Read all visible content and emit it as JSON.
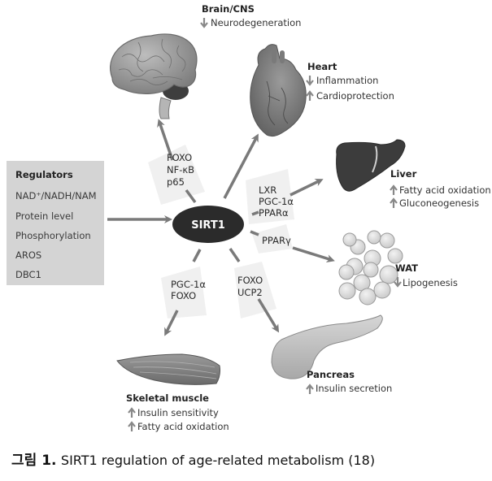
{
  "center": {
    "label": "SIRT1"
  },
  "regulators": {
    "title": "Regulators",
    "items": [
      "NAD⁺/NADH/NAM",
      "Protein level",
      "Phosphorylation",
      "AROS",
      "DBC1"
    ]
  },
  "pathways": [
    {
      "target": "Brain/CNS",
      "factors": [
        "FOXO",
        "NF-κB",
        "p65"
      ],
      "effects": [
        {
          "direction": "down",
          "text": "Neurodegeneration"
        }
      ]
    },
    {
      "target": "Heart",
      "factors": [],
      "effects": [
        {
          "direction": "down",
          "text": "Inflammation"
        },
        {
          "direction": "up",
          "text": "Cardioprotection"
        }
      ]
    },
    {
      "target": "Liver",
      "factors": [
        "LXR",
        "PGC-1α",
        "PPARα"
      ],
      "effects": [
        {
          "direction": "up",
          "text": "Fatty acid oxidation"
        },
        {
          "direction": "up",
          "text": "Gluconeogenesis"
        }
      ]
    },
    {
      "target": "WAT",
      "factors": [
        "PPARγ"
      ],
      "effects": [
        {
          "direction": "down",
          "text": "Lipogenesis"
        }
      ]
    },
    {
      "target": "Pancreas",
      "factors": [
        "FOXO",
        "UCP2"
      ],
      "effects": [
        {
          "direction": "up",
          "text": "Insulin secretion"
        }
      ]
    },
    {
      "target": "Skeletal muscle",
      "factors": [
        "PGC-1α",
        "FOXO"
      ],
      "effects": [
        {
          "direction": "up",
          "text": "Insulin sensitivity"
        },
        {
          "direction": "up",
          "text": "Fatty acid oxidation"
        }
      ]
    }
  ],
  "caption": {
    "prefix": "그림 1.",
    "text": "SIRT1 regulation of age-related metabolism (18)"
  },
  "colors": {
    "arrow": "#7a7a7a",
    "center": "#2b2b2b",
    "regulator_box": "#d4d4d4",
    "organ_dark": "#3c3c3c",
    "organ_mid": "#8c8c8c"
  }
}
